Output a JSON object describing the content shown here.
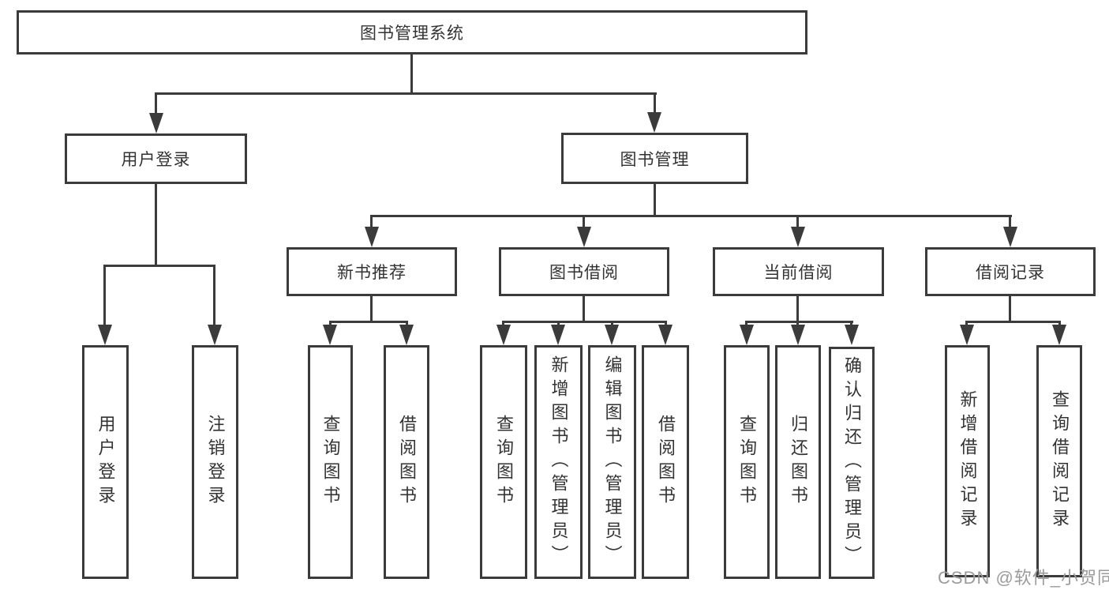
{
  "tree": {
    "label": "图书管理系统",
    "children": [
      {
        "label": "用户登录",
        "children": [
          {
            "label": "用户登录"
          },
          {
            "label": "注销登录"
          }
        ]
      },
      {
        "label": "图书管理",
        "children": [
          {
            "label": "新书推荐",
            "children": [
              {
                "label": "查询图书"
              },
              {
                "label": "借阅图书"
              }
            ]
          },
          {
            "label": "图书借阅",
            "children": [
              {
                "label": "查询图书"
              },
              {
                "label": "新增图书（管理员）"
              },
              {
                "label": "编辑图书（管理员）"
              },
              {
                "label": "借阅图书"
              }
            ]
          },
          {
            "label": "当前借阅",
            "children": [
              {
                "label": "查询图书"
              },
              {
                "label": "归还图书"
              },
              {
                "label": "确认归还（管理员）"
              }
            ]
          },
          {
            "label": "借阅记录",
            "children": [
              {
                "label": "新增借阅记录"
              },
              {
                "label": "查询借阅记录"
              }
            ]
          }
        ]
      }
    ]
  },
  "watermark": {
    "text": "CSDN @软件_小贺同学"
  },
  "colors": {
    "line": "#3b3b3b",
    "box_border": "#3b3b3b",
    "box_fill": "#ffffff",
    "text": "#333333",
    "background": "#ffffff",
    "watermark": "#9b9b9b"
  }
}
